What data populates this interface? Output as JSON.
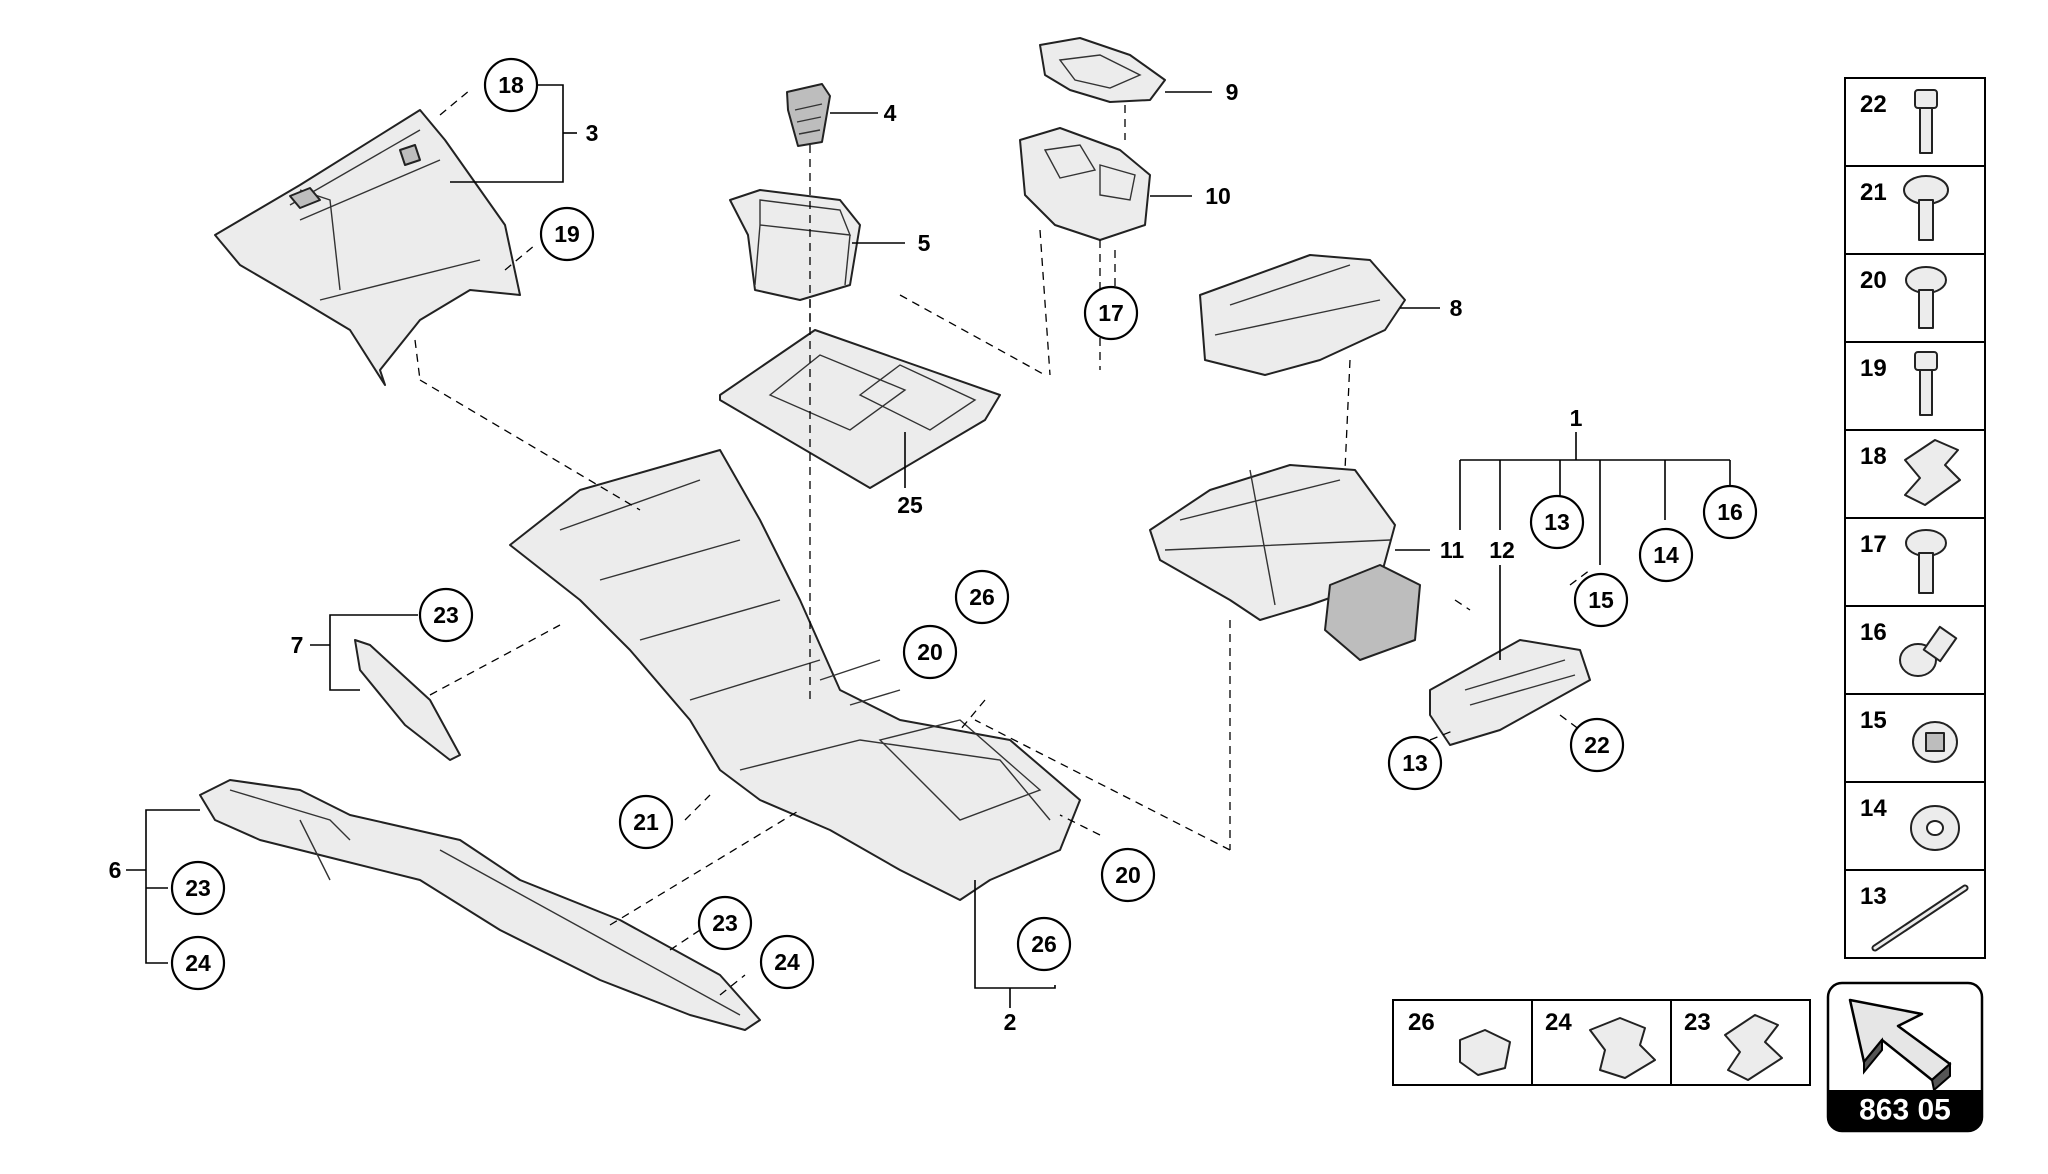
{
  "diagram": {
    "ref_code": "863 05",
    "part_labels": [
      "1",
      "2",
      "3",
      "4",
      "5",
      "6",
      "7",
      "8",
      "9",
      "10",
      "11",
      "12",
      "25"
    ],
    "callouts": {
      "c18_top": "18",
      "c19_top": "19",
      "c17_top": "17",
      "c23_left7": "23",
      "c23_left6": "23",
      "c24_left6": "24",
      "c23_bottom": "23",
      "c24_bottom": "24",
      "c21_mid": "21",
      "c20_mid_upper": "20",
      "c26_mid_upper": "26",
      "c20_mid_lower": "20",
      "c26_mid_lower": "26",
      "c13_upper": "13",
      "c14": "14",
      "c15": "15",
      "c16": "16",
      "c13_lower": "13",
      "c22": "22"
    },
    "fastener_panel": [
      "22",
      "21",
      "20",
      "19",
      "18",
      "17",
      "16",
      "15",
      "14",
      "13"
    ],
    "clip_panel": [
      "26",
      "24",
      "23"
    ]
  }
}
